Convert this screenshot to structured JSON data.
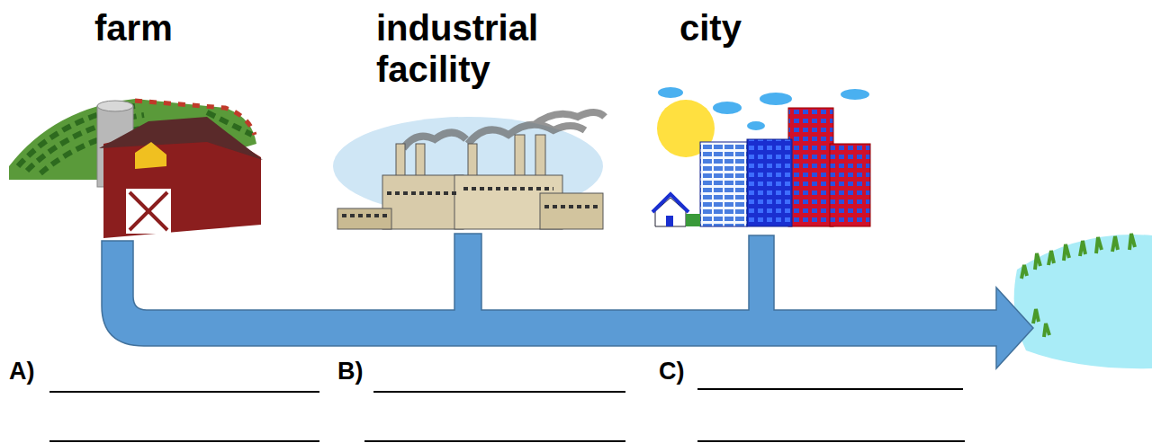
{
  "diagram": {
    "labels": [
      "farm",
      "industrial facility",
      "city",
      "A)",
      "B)",
      "C)"
    ]
  }
}
